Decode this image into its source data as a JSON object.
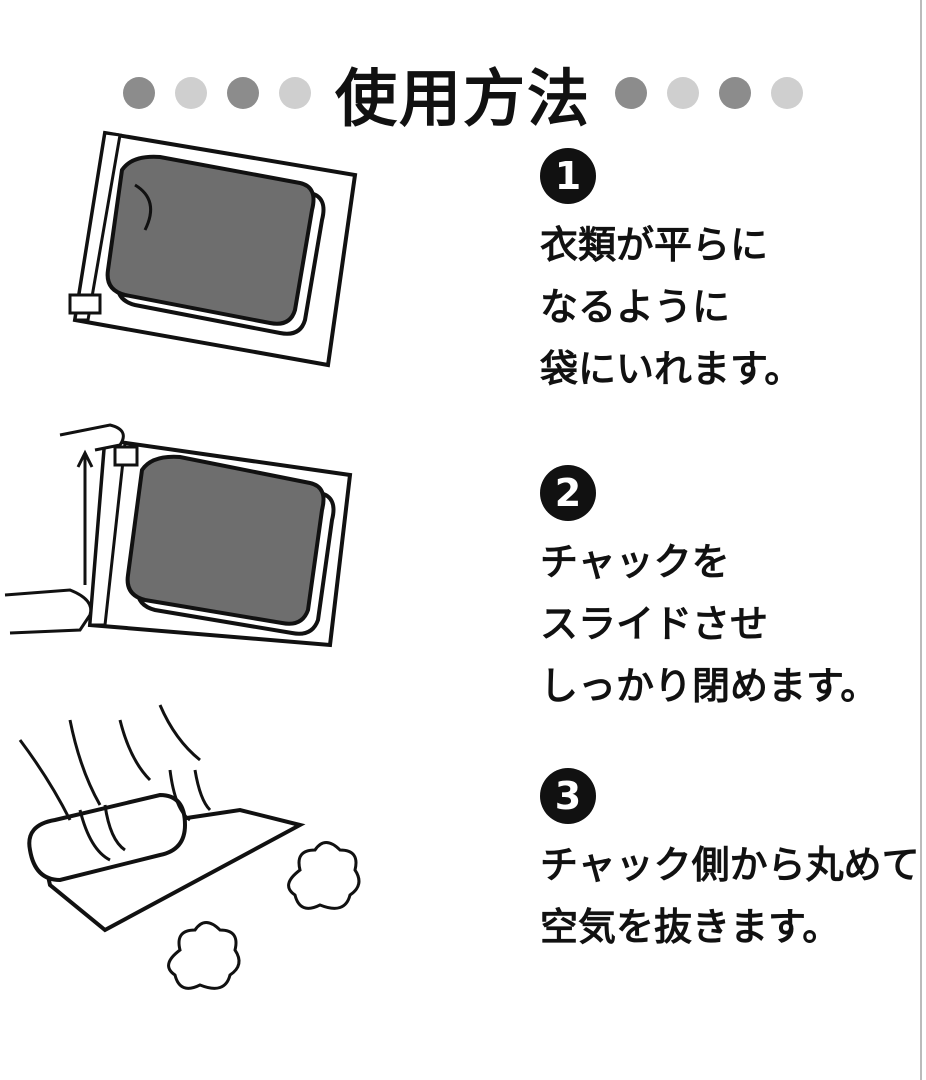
{
  "title": "使用方法",
  "colors": {
    "dot_dark": "#8c8c8c",
    "dot_light": "#cfcfcf",
    "bag_fill": "#6e6e6e"
  },
  "steps": [
    {
      "number": "1",
      "lines": [
        "衣類が平らに",
        "なるように",
        "袋にいれます。"
      ]
    },
    {
      "number": "2",
      "lines": [
        "チャックを",
        "スライドさせ",
        "しっかり閉めます。"
      ]
    },
    {
      "number": "3",
      "lines": [
        "チャック側から丸めて",
        "空気を抜きます。"
      ]
    }
  ]
}
